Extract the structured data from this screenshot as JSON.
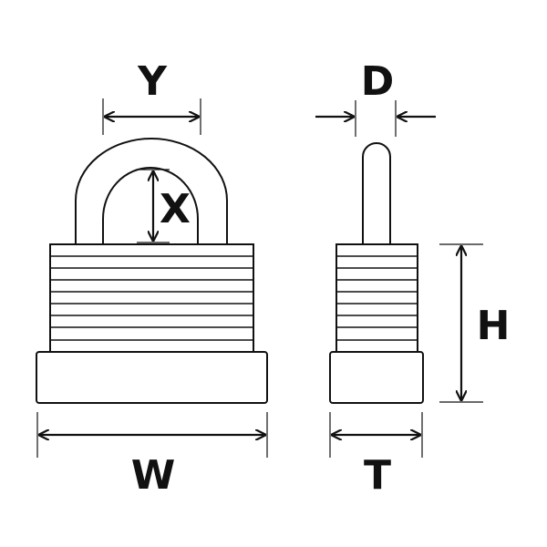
{
  "labels": {
    "shackle_width": "Y",
    "shackle_height": "X",
    "shackle_diameter": "D",
    "body_height": "H",
    "body_width": "W",
    "body_thickness": "T"
  },
  "colors": {
    "stroke": "#111111",
    "background": "#ffffff"
  }
}
